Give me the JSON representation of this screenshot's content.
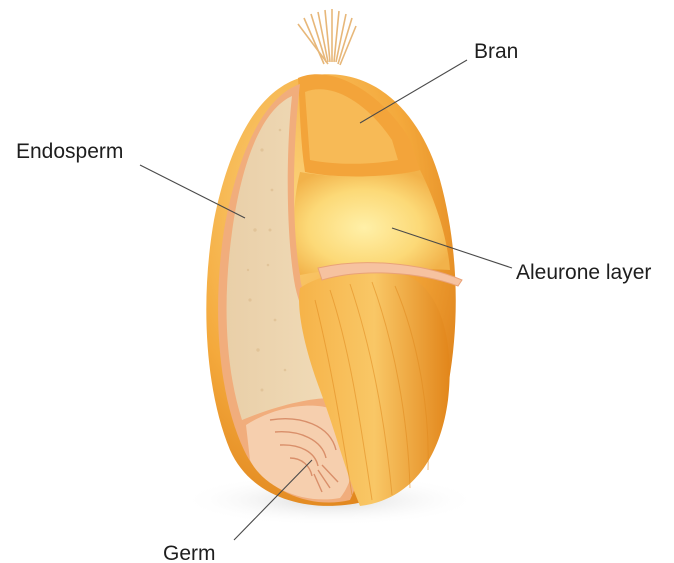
{
  "labels": {
    "bran": "Bran",
    "endosperm": "Endosperm",
    "aleurone": "Aleurone layer",
    "germ": "Germ"
  },
  "colors": {
    "bran_light": "#f9c15a",
    "bran_dark": "#e58a1d",
    "endosperm_core": "#fde79a",
    "endosperm_section": "#ecd3ad",
    "section_rim": "#f1ad7c",
    "germ": "#f4c6a2",
    "leader_line": "#4a4a4a",
    "label_text": "#1e1e1e"
  }
}
